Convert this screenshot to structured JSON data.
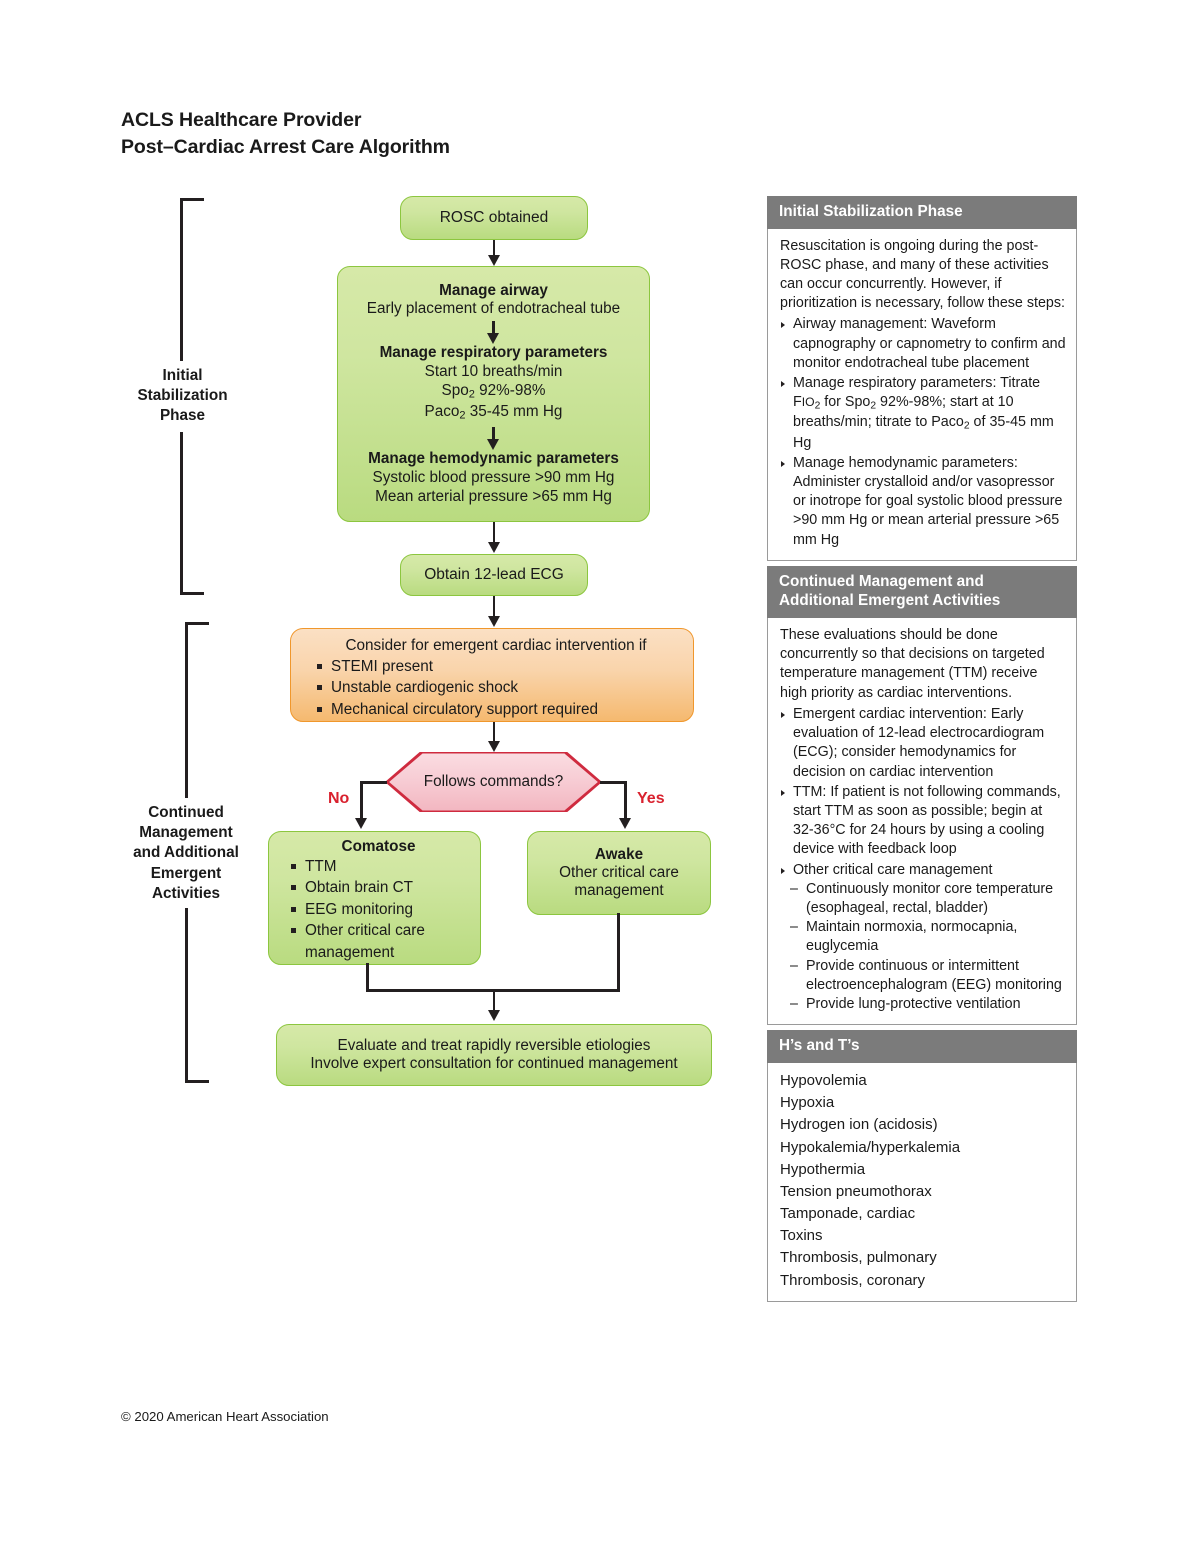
{
  "document": {
    "title_line1": "ACLS Healthcare Provider",
    "title_line2": "Post–Cardiac Arrest Care Algorithm",
    "title": "ACLS Healthcare Provider\nPost–Cardiac Arrest Care Algorithm",
    "footer": "© 2020 American Heart Association"
  },
  "colors": {
    "green_fill": "#cfe6a0",
    "green_border": "#8cc63f",
    "orange_fill": "#f9d4ab",
    "orange_border": "#f0972c",
    "pink_fill": "#f7cbd3",
    "pink_border": "#cf2b3f",
    "panel_header": "#7b7b7b",
    "branch_label": "#d9212e",
    "connector": "#231f20"
  },
  "phases": {
    "initial": "Initial\nStabilization\nPhase",
    "continued": "Continued\nManagement\nand Additional\nEmergent\nActivities"
  },
  "flow": {
    "rosc": "ROSC obtained",
    "airway": {
      "title": "Manage airway",
      "detail": "Early placement of endotracheal tube"
    },
    "respiratory": {
      "title": "Manage respiratory parameters",
      "line1": "Start 10 breaths/min",
      "line2_pre": "Spo",
      "line2_sub": "2",
      "line2_post": " 92%-98%",
      "line3_pre": "Paco",
      "line3_sub": "2",
      "line3_post": " 35-45 mm Hg"
    },
    "hemodynamic": {
      "title": "Manage hemodynamic parameters",
      "line1": "Systolic blood pressure >90 mm Hg",
      "line2": "Mean arterial pressure >65 mm Hg"
    },
    "ecg": "Obtain 12-lead ECG",
    "consider": {
      "title": "Consider for emergent cardiac intervention if",
      "items": [
        "STEMI present",
        "Unstable cardiogenic shock",
        "Mechanical circulatory support required"
      ]
    },
    "decision": "Follows commands?",
    "branch_no": "No",
    "branch_yes": "Yes",
    "comatose": {
      "title": "Comatose",
      "items": [
        "TTM",
        "Obtain brain CT",
        "EEG monitoring",
        "Other critical care management"
      ]
    },
    "awake": {
      "title": "Awake",
      "detail": "Other critical care management"
    },
    "evaluate": {
      "line1": "Evaluate and treat rapidly reversible etiologies",
      "line2": "Involve expert consultation for continued management"
    }
  },
  "sidebar": {
    "panel1": {
      "header": "Initial Stabilization Phase",
      "intro": "Resuscitation is ongoing during the post-ROSC phase, and many of these activities can occur concurrently. However, if prioritization is necessary, follow these steps:",
      "bullets": [
        "Airway management: Waveform capnography or capnometry to confirm and monitor endotracheal tube placement",
        "Manage respiratory parameters: Titrate Fio2 for Spo2 92%-98%; start at 10 breaths/min; titrate to Paco2 of 35-45 mm Hg",
        "Manage hemodynamic parameters: Administer crystalloid and/or vasopressor or inotrope for goal systolic blood pressure >90 mm Hg or mean arterial pressure >65 mm Hg"
      ]
    },
    "panel2": {
      "header": "Continued Management and\nAdditional Emergent Activities",
      "intro": "These evaluations should be done concurrently so that decisions on targeted temperature management (TTM) receive high priority as cardiac interventions.",
      "bullets": [
        "Emergent cardiac intervention: Early evaluation of 12-lead electrocardiogram (ECG); consider hemodynamics for decision on cardiac intervention",
        "TTM: If patient is not following commands, start TTM as soon as possible; begin at 32-36°C for 24 hours by using a cooling device with feedback loop",
        "Other critical care management"
      ],
      "subbullets": [
        "Continuously monitor core temperature (esophageal, rectal, bladder)",
        "Maintain normoxia, normocapnia, euglycemia",
        "Provide continuous or intermittent electroencephalogram (EEG) monitoring",
        "Provide lung-protective ventilation"
      ]
    },
    "panel3": {
      "header": "H’s and T’s",
      "items": [
        "Hypovolemia",
        "Hypoxia",
        "Hydrogen ion (acidosis)",
        "Hypokalemia/hyperkalemia",
        "Hypothermia",
        "Tension pneumothorax",
        "Tamponade, cardiac",
        "Toxins",
        "Thrombosis, pulmonary",
        "Thrombosis, coronary"
      ]
    }
  }
}
